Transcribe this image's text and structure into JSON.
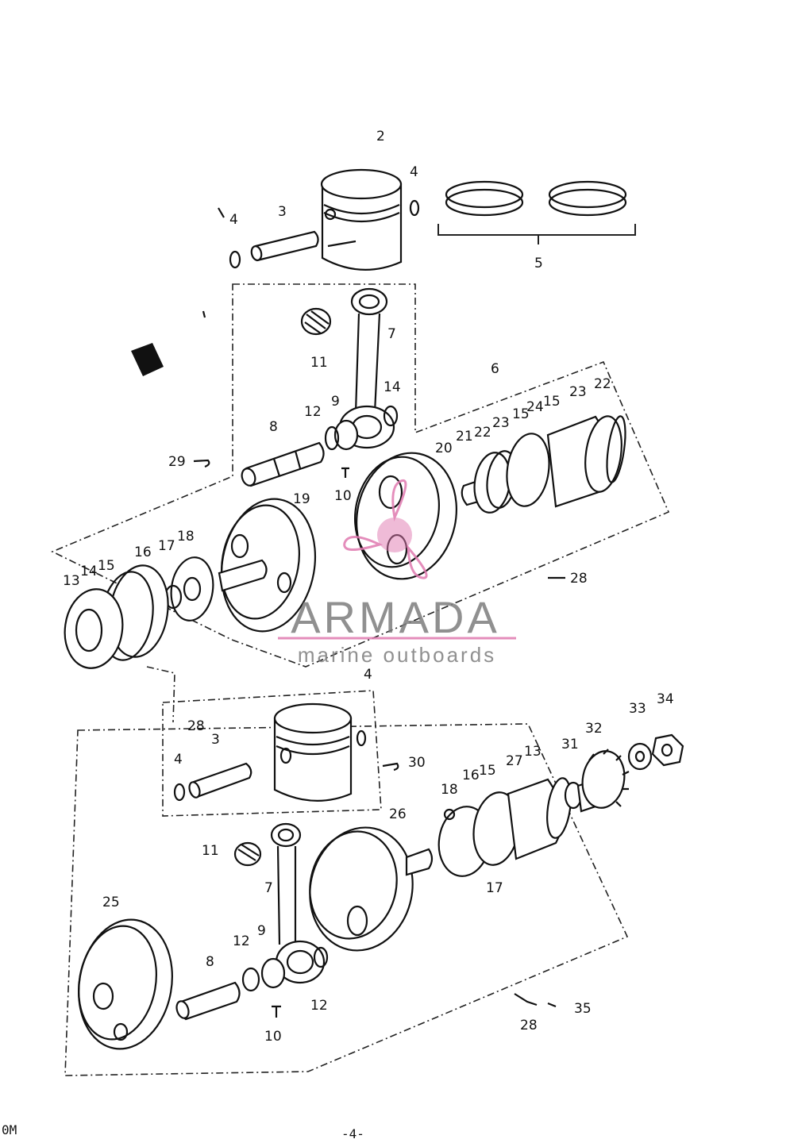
{
  "callouts": {
    "c2": "2",
    "c4a": "4",
    "c4b": "4",
    "c3a": "3",
    "c5": "5",
    "c7a": "7",
    "c11a": "11",
    "c6": "6",
    "c12a": "12",
    "c9a": "9",
    "c14a": "14",
    "c8a": "8",
    "c29": "29",
    "c10a": "10",
    "c20": "20",
    "c21": "21",
    "c22a": "22",
    "c23a": "23",
    "c15a": "15",
    "c24": "24",
    "c15b": "15",
    "c23b": "23",
    "c22b": "22",
    "c19": "19",
    "c13a": "13",
    "c14b": "14",
    "c15c": "15",
    "c16a": "16",
    "c17a": "17",
    "c18a": "18",
    "c28a": "28",
    "c28b": "28",
    "c4c": "4",
    "c3b": "3",
    "c4d": "4",
    "c30": "30",
    "c34": "34",
    "c33": "33",
    "c32": "32",
    "c31": "31",
    "c27": "27",
    "c13b": "13",
    "c15d": "15",
    "c16b": "16",
    "c18b": "18",
    "c17b": "17",
    "c26": "26",
    "c11b": "11",
    "c7b": "7",
    "c25": "25",
    "c9b": "9",
    "c12b": "12",
    "c8b": "8",
    "c12c": "12",
    "c10b": "10",
    "c35": "35",
    "c28c": "28"
  },
  "watermark": {
    "title": "ARMADA",
    "subtitle": "marine outboards",
    "title_color": "#7d7d7d",
    "accent_color": "#e07ab0"
  },
  "footer": {
    "code": "0M",
    "page_number": "-4-"
  }
}
